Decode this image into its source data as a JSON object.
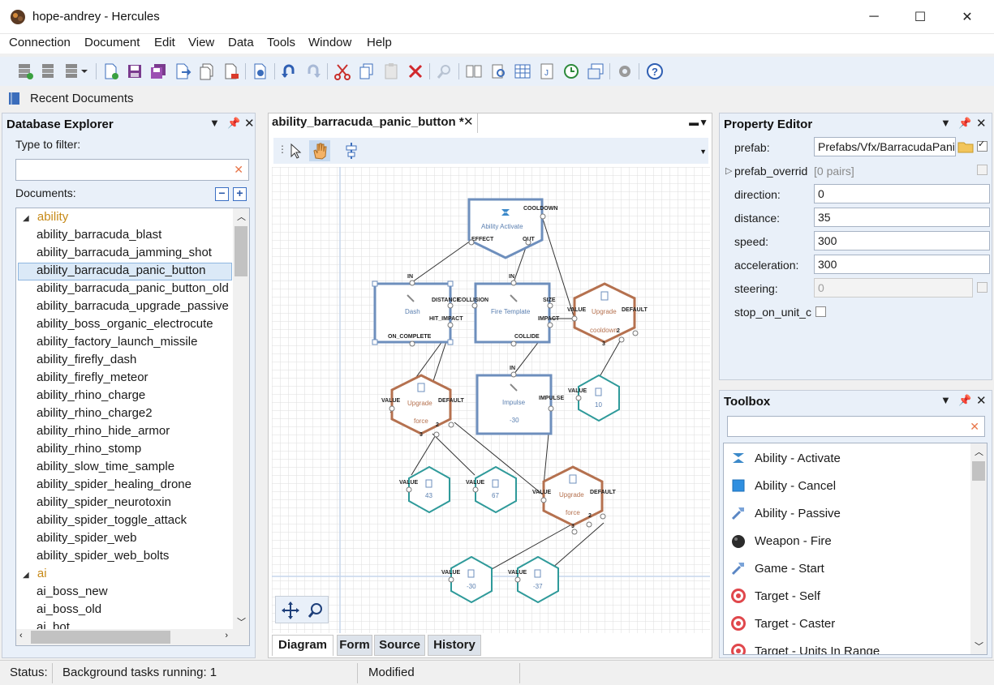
{
  "window": {
    "title": "hope-andrey - Hercules",
    "minimize": "─",
    "maximize": "☐",
    "close": "✕"
  },
  "menu": [
    "Connection",
    "Document",
    "Edit",
    "View",
    "Data",
    "Tools",
    "Window",
    "Help"
  ],
  "toolbar": {
    "icons": [
      "db-icon",
      "db-stack-icon",
      "db-dropdown-icon",
      "new-document-icon",
      "save-icon",
      "save-all-icon",
      "export-icon",
      "copy-document-icon",
      "delete-document-icon",
      "publish-icon",
      "undo-icon",
      "redo-icon",
      "cut-icon",
      "copy-icon",
      "paste-icon",
      "delete-icon",
      "find-icon",
      "compare-icon",
      "preview-icon",
      "table-icon",
      "script-icon",
      "history-icon",
      "window-icon",
      "settings-icon",
      "help-icon"
    ]
  },
  "recent": {
    "label": "Recent Documents"
  },
  "db_explorer": {
    "title": "Database Explorer",
    "filter_label": "Type to filter:",
    "filter_value": "",
    "documents_label": "Documents:",
    "collapse_all": "−",
    "expand_all": "+",
    "groups": [
      {
        "name": "ability",
        "items": [
          "ability_barracuda_blast",
          "ability_barracuda_jamming_shot",
          "ability_barracuda_panic_button",
          "ability_barracuda_panic_button_old",
          "ability_barracuda_upgrade_passive",
          "ability_boss_organic_electrocute",
          "ability_factory_launch_missile",
          "ability_firefly_dash",
          "ability_firefly_meteor",
          "ability_rhino_charge",
          "ability_rhino_charge2",
          "ability_rhino_hide_armor",
          "ability_rhino_stomp",
          "ability_slow_time_sample",
          "ability_spider_healing_drone",
          "ability_spider_neurotoxin",
          "ability_spider_toggle_attack",
          "ability_spider_web",
          "ability_spider_web_bolts"
        ]
      },
      {
        "name": "ai",
        "items": [
          "ai_boss_new",
          "ai_boss_old",
          "ai_bot"
        ]
      }
    ],
    "selected": "ability_barracuda_panic_button"
  },
  "document": {
    "tab_title": "ability_barracuda_panic_button *",
    "tab_close": "✕",
    "bottom_tabs": [
      "Diagram",
      "Form",
      "Source",
      "History"
    ],
    "active_tab": "Diagram",
    "nodes": {
      "ability_activate": {
        "title": "Ability Activate",
        "ports": [
          "COOLDOWN",
          "EFFECT",
          "OUT"
        ]
      },
      "dash": {
        "title": "Dash",
        "ports": [
          "IN",
          "DISTANCE",
          "HIT_IMPACT",
          "ON_COMPLETE"
        ]
      },
      "fire_template": {
        "title": "Fire Template",
        "ports": [
          "IN",
          "COLLISION",
          "SIZE",
          "IMPACT",
          "COLLIDE"
        ]
      },
      "upgrade_cooldown": {
        "title": "Upgrade",
        "subtitle": "cooldown",
        "ports": [
          "VALUE",
          "DEFAULT",
          "2",
          "3"
        ]
      },
      "upgrade_force_1": {
        "title": "Upgrade",
        "subtitle": "force",
        "ports": [
          "VALUE",
          "DEFAULT",
          "2",
          "3"
        ]
      },
      "impulse": {
        "title": "Impulse",
        "subtitle": "-30",
        "ports": [
          "IN",
          "IMPULSE"
        ]
      },
      "value_10": {
        "value": "10",
        "port": "VALUE"
      },
      "value_43": {
        "value": "43",
        "port": "VALUE"
      },
      "value_67": {
        "value": "67",
        "port": "VALUE"
      },
      "upgrade_force_2": {
        "title": "Upgrade",
        "subtitle": "force",
        "ports": [
          "VALUE",
          "DEFAULT",
          "2",
          "3"
        ]
      },
      "value_m30": {
        "value": "-30",
        "port": "VALUE"
      },
      "value_m37": {
        "value": "-37",
        "port": "VALUE"
      }
    }
  },
  "property_editor": {
    "title": "Property Editor",
    "rows": [
      {
        "label": "prefab:",
        "value": "Prefabs/Vfx/BarracudaPanicB"
      },
      {
        "label": "prefab_overrid",
        "value": "[0 pairs]"
      },
      {
        "label": "direction:",
        "value": "0"
      },
      {
        "label": "distance:",
        "value": "35"
      },
      {
        "label": "speed:",
        "value": "300"
      },
      {
        "label": "acceleration:",
        "value": "300"
      },
      {
        "label": "steering:",
        "value": "0"
      },
      {
        "label": "stop_on_unit_c",
        "value": ""
      }
    ]
  },
  "toolbox": {
    "title": "Toolbox",
    "filter_value": "",
    "items": [
      {
        "label": "Ability - Activate",
        "icon": "activate-icon"
      },
      {
        "label": "Ability - Cancel",
        "icon": "cancel-icon"
      },
      {
        "label": "Ability - Passive",
        "icon": "hammer-icon"
      },
      {
        "label": "Weapon - Fire",
        "icon": "bomb-icon"
      },
      {
        "label": "Game - Start",
        "icon": "hammer-icon"
      },
      {
        "label": "Target - Self",
        "icon": "target-icon"
      },
      {
        "label": "Target - Caster",
        "icon": "target-icon"
      },
      {
        "label": "Target - Units In Range",
        "icon": "target-icon"
      }
    ]
  },
  "status": {
    "label": "Status:",
    "tasks": "Background tasks running: 1",
    "modified": "Modified"
  },
  "colors": {
    "accent": "#e9f0f9",
    "blue_node": "#6e8fbd",
    "orange_node": "#b5714f",
    "teal_node": "#2f9a9a",
    "folder": "#c78a18"
  }
}
